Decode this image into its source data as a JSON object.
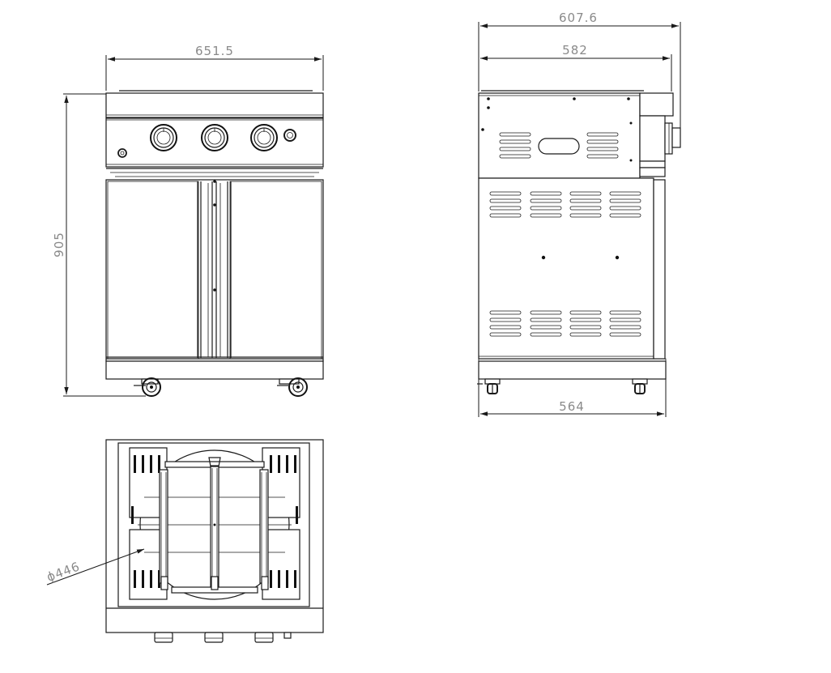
{
  "dimensions": {
    "front_width": "651.5",
    "height": "905",
    "side_overall_depth": "607.6",
    "side_depth": "582",
    "side_base_depth": "564",
    "cut_diameter": "ϕ446"
  },
  "colors": {
    "line": "#1a1a1a",
    "dimension_text": "#8a8a8a",
    "background": "#ffffff"
  }
}
